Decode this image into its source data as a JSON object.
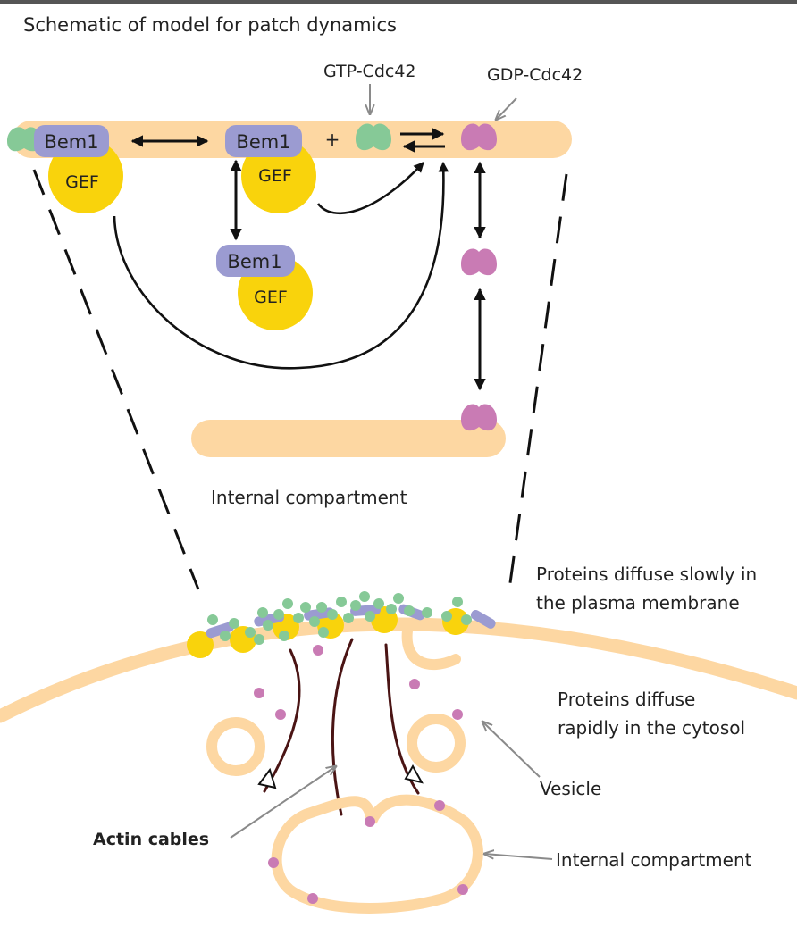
{
  "title": "Schematic of model for patch dynamics",
  "colors": {
    "membrane": "#FDD7A2",
    "bem1": "#9B9BD1",
    "gef": "#F9D30C",
    "gtp_cdc42": "#86C997",
    "gdp_cdc42": "#C97BB4",
    "actin": "#4A1414",
    "arrow_gray": "#8A8A8A"
  },
  "labels": {
    "gtp_cdc42": "GTP-Cdc42",
    "gdp_cdc42": "GDP-Cdc42",
    "bem1": "Bem1",
    "gef": "GEF",
    "plus": "+",
    "internal_compartment_top": "Internal compartment",
    "diffuse_slow_line1": "Proteins diffuse slowly in",
    "diffuse_slow_line2": "the plasma membrane",
    "diffuse_rapid_line1": "Proteins diffuse",
    "diffuse_rapid_line2": "rapidly in the cytosol",
    "vesicle": "Vesicle",
    "actin_cables": "Actin cables",
    "internal_compartment_bottom": "Internal compartment"
  }
}
